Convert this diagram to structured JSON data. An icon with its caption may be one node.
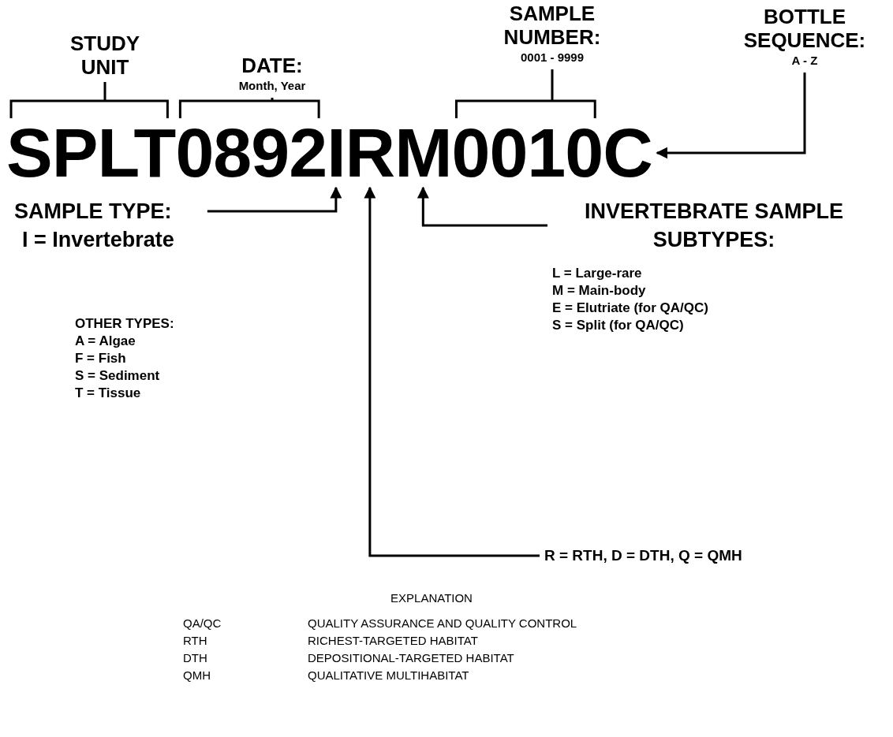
{
  "diagram": {
    "nodes": [
      {
        "text": [
          "STUDY UNIT"
        ]
      },
      {
        "text": [
          "DATE:",
          "Month, Year"
        ]
      },
      {
        "text": [
          "SAMPLE NUMBER:",
          "0001 - 9999"
        ]
      },
      {
        "text": [
          "BOTTLE SEQUENCE:",
          "A - Z"
        ]
      },
      {
        "text": [
          "SPLT"
        ]
      },
      {
        "text": [
          "0892"
        ]
      },
      {
        "text": [
          "I"
        ]
      },
      {
        "text": [
          "R"
        ]
      },
      {
        "text": [
          "M"
        ]
      },
      {
        "text": [
          "0010"
        ]
      },
      {
        "text": [
          "C"
        ]
      },
      {
        "text": [
          "SAMPLE TYPE:",
          "I = Invertebrate"
        ]
      },
      {
        "text": [
          "INVERTEBRATE SAMPLE SUBTYPES:",
          "L = Large-rare",
          "M = Main-body",
          "E = Elutriate (for QA/QC)",
          "S = Split (for QA/QC)"
        ]
      },
      {
        "text": [
          "R = RTH, D = DTH, Q = QMH"
        ]
      }
    ],
    "edges": [
      {
        "from": 0,
        "to": 4,
        "arrow": "none"
      },
      {
        "from": 1,
        "to": 5,
        "arrow": "none"
      },
      {
        "from": 2,
        "to": 9,
        "arrow": "none"
      },
      {
        "from": 3,
        "to": 10,
        "arrow": "to"
      },
      {
        "from": 11,
        "to": 6,
        "arrow": "to"
      },
      {
        "from": 13,
        "to": 7,
        "arrow": "to"
      },
      {
        "from": 12,
        "to": 8,
        "arrow": "to"
      }
    ],
    "labels": [
      "OTHER TYPES:",
      "A = Algae",
      "F = Fish",
      "S = Sediment",
      "T = Tissue",
      "EXPLANATION",
      "QA/QC",
      "QUALITY ASSURANCE AND QUALITY CONTROL",
      "RTH",
      "RICHEST-TARGETED HABITAT",
      "DTH",
      "DEPOSITIONAL-TARGETED HABITAT",
      "QMH",
      "QUALITATIVE MULTIHABITAT"
    ]
  }
}
